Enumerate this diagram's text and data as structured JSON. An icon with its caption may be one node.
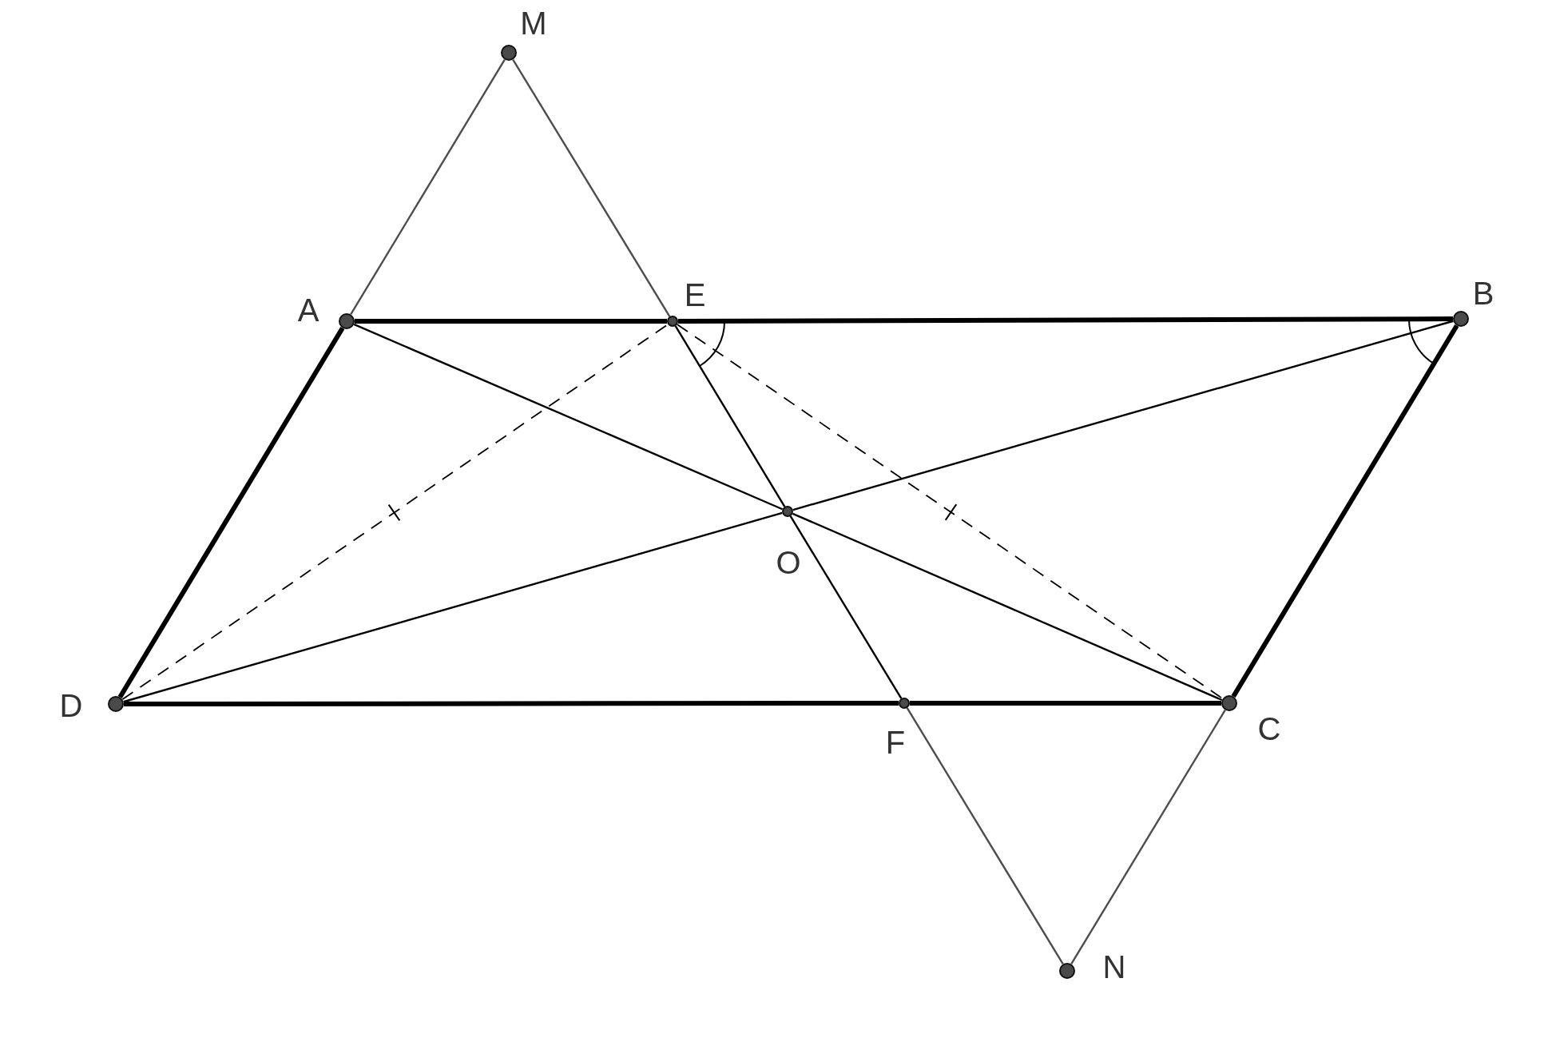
{
  "diagram": {
    "nodes": [
      {
        "text": [
          "M"
        ]
      },
      {
        "text": [
          "A"
        ]
      },
      {
        "text": [
          "E"
        ]
      },
      {
        "text": [
          "B"
        ]
      },
      {
        "text": [
          "O"
        ]
      },
      {
        "text": [
          "D"
        ]
      },
      {
        "text": [
          "F"
        ]
      },
      {
        "text": [
          "C"
        ]
      },
      {
        "text": [
          "N"
        ]
      }
    ],
    "edges": [
      {
        "from": 0,
        "to": 1,
        "arrow": "none",
        "color": "#4d4d4d"
      },
      {
        "from": 1,
        "to": 5,
        "arrow": "none",
        "style": "thick"
      },
      {
        "from": 0,
        "to": 2,
        "arrow": "none",
        "color": "#4d4d4d"
      },
      {
        "from": 2,
        "to": 4,
        "arrow": "none"
      },
      {
        "from": 4,
        "to": 6,
        "arrow": "none"
      },
      {
        "from": 6,
        "to": 8,
        "arrow": "none",
        "color": "#4d4d4d"
      },
      {
        "from": 1,
        "to": 2,
        "arrow": "none",
        "style": "thick"
      },
      {
        "from": 2,
        "to": 3,
        "arrow": "none",
        "style": "thick"
      },
      {
        "from": 5,
        "to": 6,
        "arrow": "none",
        "style": "thick"
      },
      {
        "from": 6,
        "to": 7,
        "arrow": "none",
        "style": "thick"
      },
      {
        "from": 3,
        "to": 7,
        "arrow": "none",
        "style": "thick"
      },
      {
        "from": 7,
        "to": 8,
        "arrow": "none",
        "color": "#4d4d4d"
      },
      {
        "from": 1,
        "to": 4,
        "arrow": "none"
      },
      {
        "from": 4,
        "to": 7,
        "arrow": "none"
      },
      {
        "from": 3,
        "to": 4,
        "arrow": "none"
      },
      {
        "from": 4,
        "to": 5,
        "arrow": "none"
      },
      {
        "from": 5,
        "to": 2,
        "arrow": "none",
        "style": "dashed"
      },
      {
        "from": 2,
        "to": 7,
        "arrow": "none",
        "style": "dashed"
      }
    ]
  }
}
